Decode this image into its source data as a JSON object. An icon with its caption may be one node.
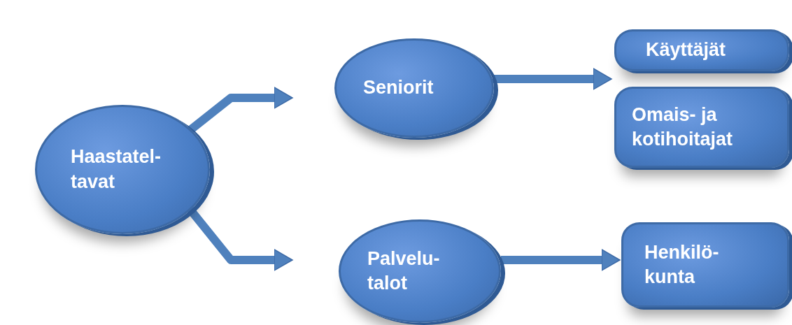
{
  "diagram": {
    "nodes": [
      {
        "text": [
          "Haastatel- tavat"
        ]
      },
      {
        "text": [
          "Seniorit"
        ]
      },
      {
        "text": [
          "Käyttäjät"
        ]
      },
      {
        "text": [
          "Omais- ja kotihoitajat"
        ]
      },
      {
        "text": [
          "Palvelu- talot"
        ]
      },
      {
        "text": [
          "Henkilö- kunta"
        ]
      }
    ],
    "edges": [
      {
        "from": 0,
        "to": 1,
        "arrow": "to"
      },
      {
        "from": 0,
        "to": 4,
        "arrow": "to"
      },
      {
        "from": 1,
        "to": 2,
        "arrow": "to"
      },
      {
        "from": 1,
        "to": 3,
        "arrow": "to"
      },
      {
        "from": 4,
        "to": 5,
        "arrow": "to"
      }
    ]
  }
}
